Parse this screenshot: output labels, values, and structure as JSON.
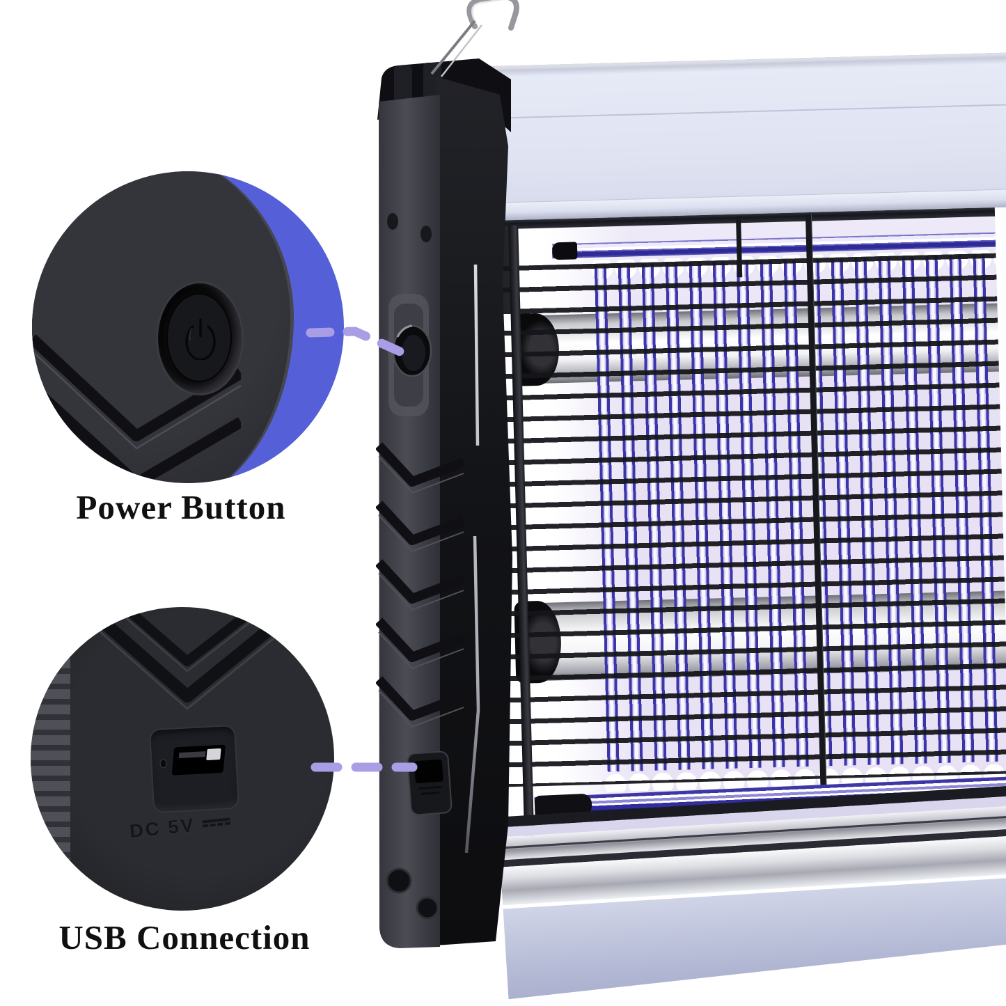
{
  "callouts": {
    "power": {
      "label": "Power Button"
    },
    "usb": {
      "label": "USB Connection",
      "port_label": "DC 5V"
    }
  },
  "icons": {
    "power_symbol": "power (arc with vertical line)",
    "dc_symbol": "direct-current (solid line over dashed line)",
    "hook": "metal hanging carabiner with wire"
  },
  "colors": {
    "accent-blue": "#5560d8",
    "dash-purple": "#a99ee6",
    "uv-purple": "#3b35a8",
    "grid-lavender": "#e9e3f5",
    "label-text": "#101010",
    "device-black": "#1a1b20",
    "tray-lavender": "#bfc4dd",
    "tube-white": "#ffffff"
  }
}
